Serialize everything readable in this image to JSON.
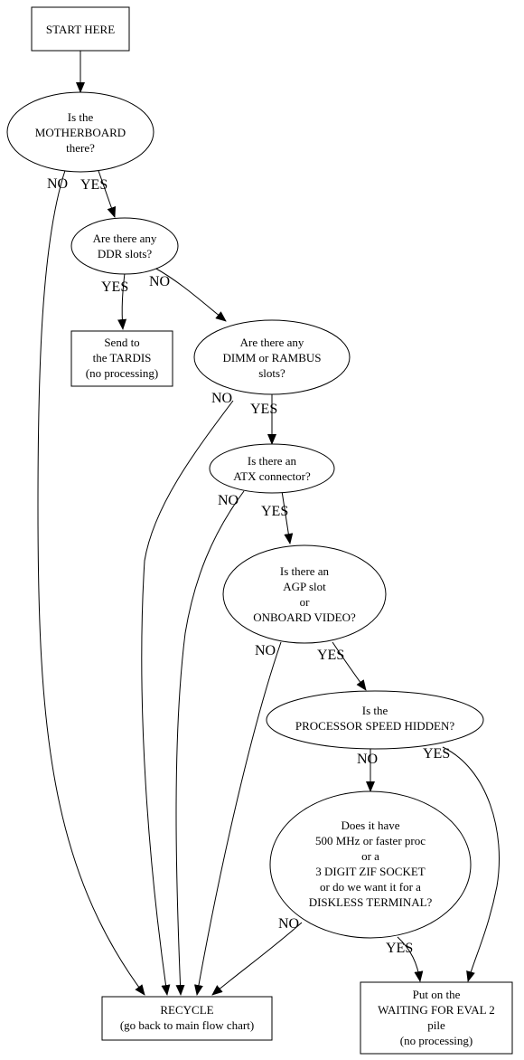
{
  "nodes": {
    "start": {
      "lines": [
        "START HERE"
      ]
    },
    "motherboard": {
      "lines": [
        "Is the",
        "MOTHERBOARD",
        "there?"
      ]
    },
    "ddr": {
      "lines": [
        "Are there any",
        "DDR slots?"
      ]
    },
    "tardis": {
      "lines": [
        "Send to",
        "the TARDIS",
        "(no processing)"
      ]
    },
    "dimm": {
      "lines": [
        "Are there any",
        "DIMM or RAMBUS",
        "slots?"
      ]
    },
    "atx": {
      "lines": [
        "Is there an",
        "ATX connector?"
      ]
    },
    "agp": {
      "lines": [
        "Is there an",
        "AGP slot",
        "or",
        "ONBOARD VIDEO?"
      ]
    },
    "speed": {
      "lines": [
        "Is the",
        "PROCESSOR SPEED HIDDEN?"
      ]
    },
    "mhz": {
      "lines": [
        "Does it have",
        "500 MHz or faster proc",
        "or a",
        "3 DIGIT ZIF SOCKET",
        "or do we want it for a",
        "DISKLESS TERMINAL?"
      ]
    },
    "recycle": {
      "lines": [
        "RECYCLE",
        "(go back to main flow chart)"
      ]
    },
    "eval": {
      "lines": [
        "Put on the",
        "WAITING FOR EVAL 2",
        "pile",
        "(no processing)"
      ]
    }
  },
  "edge_labels": {
    "mb_no": "NO",
    "mb_yes": "YES",
    "ddr_yes": "YES",
    "ddr_no": "NO",
    "dimm_no": "NO",
    "dimm_yes": "YES",
    "atx_no": "NO",
    "atx_yes": "YES",
    "agp_no": "NO",
    "agp_yes": "YES",
    "speed_no": "NO",
    "speed_yes": "YES",
    "mhz_no": "NO",
    "mhz_yes": "YES"
  }
}
